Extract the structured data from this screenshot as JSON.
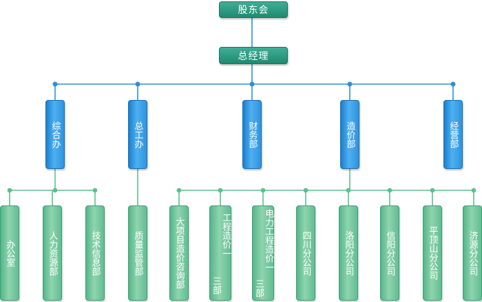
{
  "root": {
    "label": "股东会"
  },
  "manager": {
    "label": "总经理"
  },
  "departments": [
    {
      "label": "综合办"
    },
    {
      "label": "总工办"
    },
    {
      "label": "财务部"
    },
    {
      "label": "造价部"
    },
    {
      "label": "经营部"
    }
  ],
  "subunits": [
    {
      "label": "办公室"
    },
    {
      "label": "人力资源部"
    },
    {
      "label": "技术信息部"
    },
    {
      "label": "质量监管部"
    },
    {
      "label": "大项目造价咨询部"
    },
    {
      "label": "工程造价一三部",
      "cols": [
        "工程造价一",
        "三部"
      ]
    },
    {
      "label": "电力工程造价一三部",
      "cols": [
        "电力工程造价一",
        "三部"
      ]
    },
    {
      "label": "四川分公司"
    },
    {
      "label": "洛阳分公司"
    },
    {
      "label": "信阳分公司"
    },
    {
      "label": "平顶山分公司"
    },
    {
      "label": "济源分公司"
    }
  ],
  "colors": {
    "connector": "#2f8fd8",
    "connector_lower": "#5cbf8e",
    "top_node": "#1f8a70",
    "department": "#2f93de",
    "subunit": "#62bd92"
  }
}
